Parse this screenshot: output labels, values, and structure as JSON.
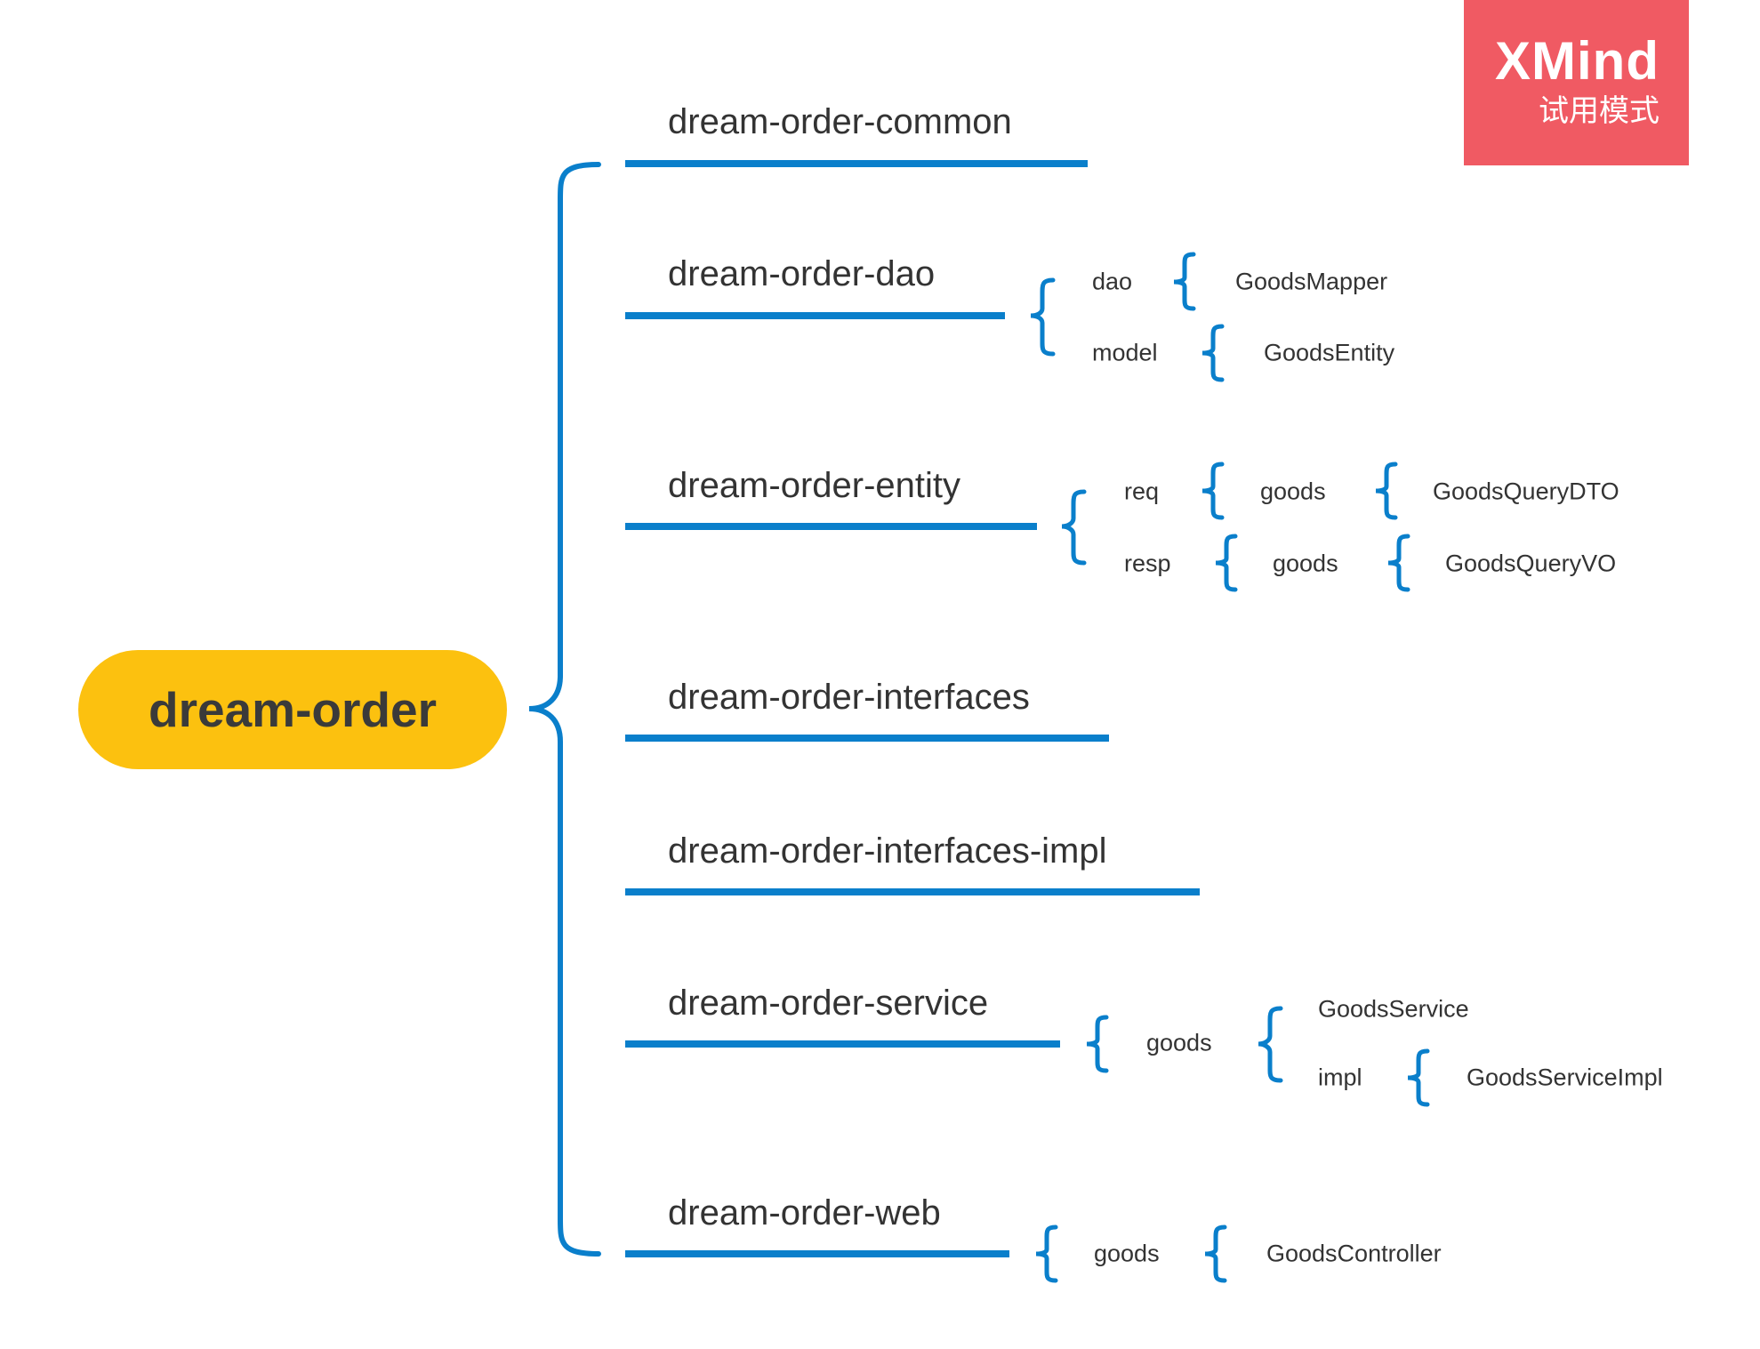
{
  "colors": {
    "connector": "#0A7FCB",
    "root_fill": "#FCC10F",
    "watermark_bg": "#F05A63",
    "text": "#333333"
  },
  "watermark": {
    "brand": "XMind",
    "mode": "试用模式"
  },
  "root": {
    "label": "dream-order"
  },
  "branches": [
    {
      "label": "dream-order-common"
    },
    {
      "label": "dream-order-dao",
      "children": [
        {
          "label": "dao",
          "children": [
            {
              "label": "GoodsMapper"
            }
          ]
        },
        {
          "label": "model",
          "children": [
            {
              "label": "GoodsEntity"
            }
          ]
        }
      ]
    },
    {
      "label": "dream-order-entity",
      "children": [
        {
          "label": "req",
          "children": [
            {
              "label": "goods",
              "children": [
                {
                  "label": "GoodsQueryDTO"
                }
              ]
            }
          ]
        },
        {
          "label": "resp",
          "children": [
            {
              "label": "goods",
              "children": [
                {
                  "label": "GoodsQueryVO"
                }
              ]
            }
          ]
        }
      ]
    },
    {
      "label": "dream-order-interfaces"
    },
    {
      "label": "dream-order-interfaces-impl"
    },
    {
      "label": "dream-order-service",
      "children": [
        {
          "label": "goods",
          "children": [
            {
              "label": "GoodsService"
            },
            {
              "label": "impl",
              "children": [
                {
                  "label": "GoodsServiceImpl"
                }
              ]
            }
          ]
        }
      ]
    },
    {
      "label": "dream-order-web",
      "children": [
        {
          "label": "goods",
          "children": [
            {
              "label": "GoodsController"
            }
          ]
        }
      ]
    }
  ]
}
